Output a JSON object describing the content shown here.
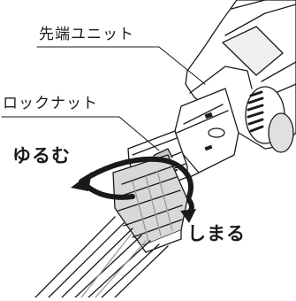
{
  "labels": {
    "tip_unit": "先端ユニット",
    "lock_nut": "ロックナット",
    "loosen": "ゆるむ",
    "tighten": "しまる"
  },
  "colors": {
    "line": "#1a1a1a",
    "body": "#ffffff",
    "shade": "#d8d8d8",
    "dark_shade": "#9a9a9a",
    "arrow": "#3a7fc2"
  }
}
